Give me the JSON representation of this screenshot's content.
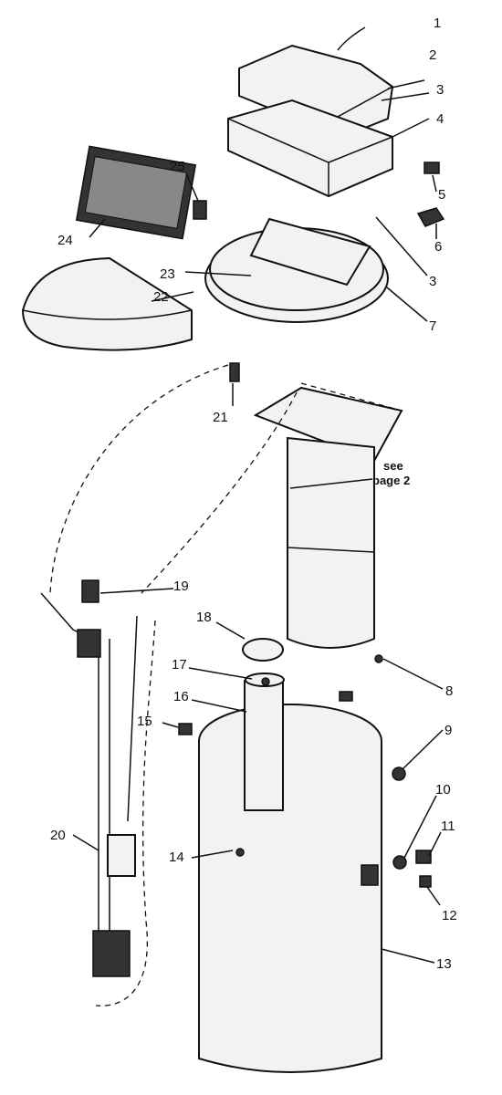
{
  "diagram": {
    "note": [
      "see",
      "page 2"
    ],
    "labels": {
      "l1": "1",
      "l2": "2",
      "l3a": "3",
      "l3b": "3",
      "l4": "4",
      "l5": "5",
      "l6": "6",
      "l7": "7",
      "l8": "8",
      "l9": "9",
      "l10": "10",
      "l11": "11",
      "l12": "12",
      "l13": "13",
      "l14": "14",
      "l15": "15",
      "l16": "16",
      "l17": "17",
      "l18": "18",
      "l19": "19",
      "l20": "20",
      "l21": "21",
      "l22": "22",
      "l23": "23",
      "l24": "24",
      "l25": "25"
    },
    "colors": {
      "line": "#111111",
      "shade": "#f2f2f2",
      "dark": "#333333"
    }
  }
}
